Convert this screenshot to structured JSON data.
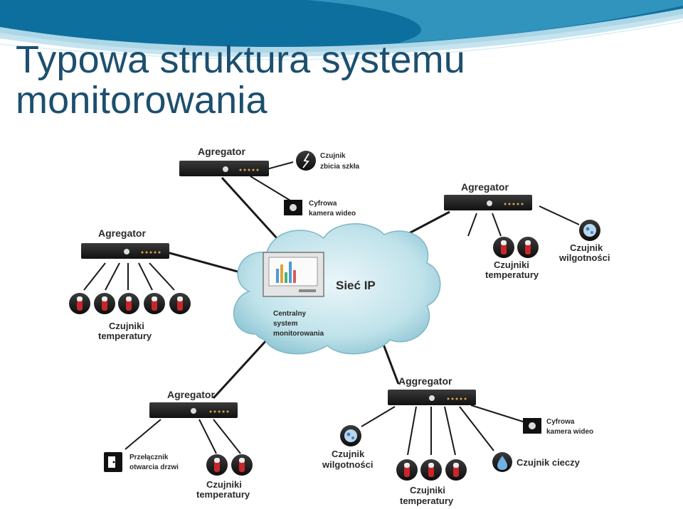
{
  "slide": {
    "title_line1": "Typowa struktura systemu",
    "title_line2": "monitorowania",
    "header_colors": {
      "wave_dark": "#0d6f9e",
      "wave_light": "#bfe1ee",
      "title": "#1d4f6e"
    }
  },
  "diagram": {
    "cloud_label": "Sieć IP",
    "central_label": [
      "Centralny",
      "system",
      "monitorowania"
    ],
    "aggregators": [
      {
        "label": "Agregator",
        "devices": [
          {
            "icon": "glass-break-sensor-icon",
            "label": [
              "Czujnik",
              "zbicia szkła"
            ]
          },
          {
            "icon": "camera-icon",
            "label": [
              "Cyfrowa",
              "kamera wideo"
            ]
          }
        ]
      },
      {
        "label": "Agregator",
        "devices": [
          {
            "icon": "temperature-sensor-icon",
            "label": [
              "Czujniki",
              "temperatury"
            ],
            "count": 5
          }
        ]
      },
      {
        "label": "Agregator",
        "devices": [
          {
            "icon": "temperature-sensor-icon",
            "label": [
              "Czujniki",
              "temperatury"
            ],
            "count": 2
          },
          {
            "icon": "humidity-sensor-icon",
            "label": [
              "Czujnik",
              "wilgotności"
            ]
          }
        ]
      },
      {
        "label": "Agregator",
        "devices": [
          {
            "icon": "door-switch-icon",
            "label": [
              "Przełącznik",
              "otwarcia drzwi"
            ]
          },
          {
            "icon": "temperature-sensor-icon",
            "label": [
              "Czujniki",
              "temperatury"
            ],
            "count": 2
          }
        ]
      },
      {
        "label": "Aggregator",
        "devices": [
          {
            "icon": "humidity-sensor-icon",
            "label": [
              "Czujnik",
              "wilgotności"
            ]
          },
          {
            "icon": "temperature-sensor-icon",
            "label": [
              "Czujniki",
              "temperatury"
            ],
            "count": 3
          },
          {
            "icon": "liquid-sensor-icon",
            "label": [
              "Czujnik cieczy"
            ]
          },
          {
            "icon": "camera-icon",
            "label": [
              "Cyfrowa",
              "kamera wideo"
            ]
          }
        ]
      }
    ]
  }
}
